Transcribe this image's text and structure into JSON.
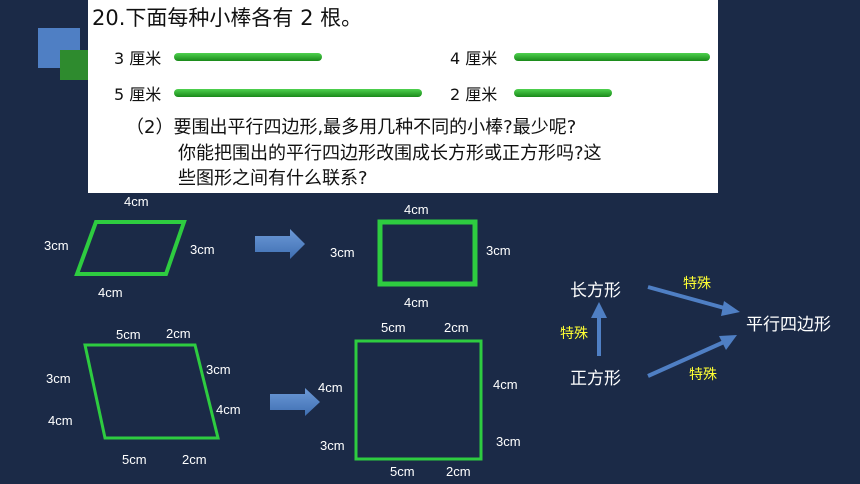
{
  "problem": {
    "title": "20.下面每种小棒各有 2 根。",
    "sticks": [
      {
        "label": "3 厘米"
      },
      {
        "label": "4 厘米"
      },
      {
        "label": "5 厘米"
      },
      {
        "label": "2 厘米"
      }
    ],
    "question_lines": [
      "（2）要围出平行四边形,最多用几种不同的小棒?最少呢?",
      "你能把围出的平行四边形改围成长方形或正方形吗?这",
      "些图形之间有什么联系?"
    ]
  },
  "figure1": {
    "parallelogram": {
      "top": "4cm",
      "bottom": "4cm",
      "left": "3cm",
      "right": "3cm"
    },
    "rectangle": {
      "top": "4cm",
      "bottom": "4cm",
      "left": "3cm",
      "right": "3cm"
    }
  },
  "figure2": {
    "parallelogram": {
      "top_a": "5cm",
      "top_b": "2cm",
      "left_a": "3cm",
      "left_b": "4cm",
      "right_a": "3cm",
      "right_b": "4cm",
      "bottom_a": "5cm",
      "bottom_b": "2cm"
    },
    "square": {
      "top_a": "5cm",
      "top_b": "2cm",
      "left_a": "4cm",
      "left_b": "3cm",
      "right_a": "4cm",
      "right_b": "3cm",
      "bottom_a": "5cm",
      "bottom_b": "2cm"
    }
  },
  "relation": {
    "rectangle": "长方形",
    "square": "正方形",
    "parallelogram": "平行四边形",
    "special_1": "特殊",
    "special_2": "特殊",
    "special_3": "特殊"
  },
  "colors": {
    "background": "#1b2a47",
    "stick_green": "#22aa22",
    "arrow_blue": "#4f7fc4",
    "highlight_yellow": "#ffff33"
  }
}
